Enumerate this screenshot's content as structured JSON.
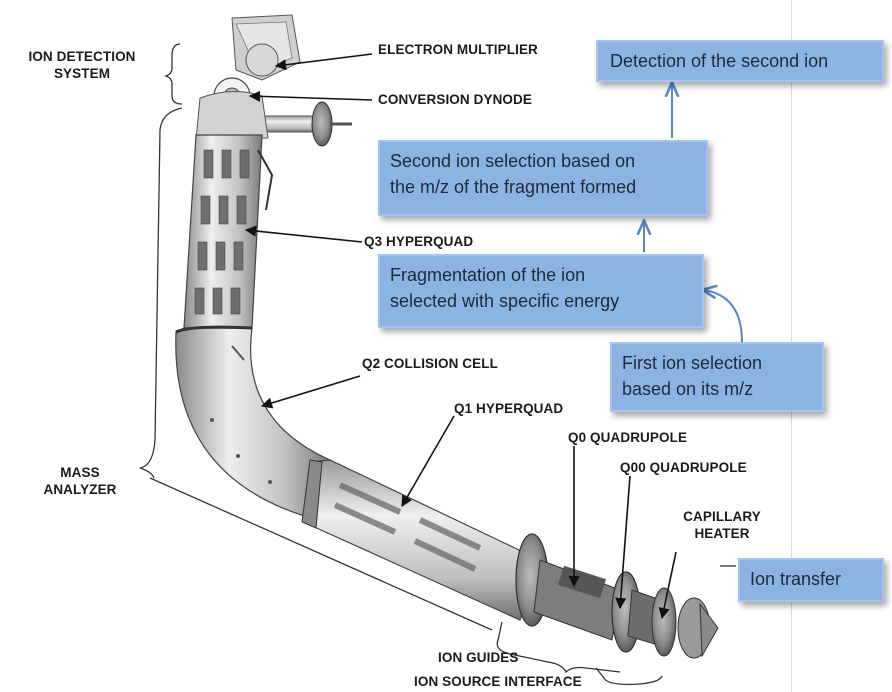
{
  "labels": {
    "ion_detection_system": [
      "ION DETECTION",
      "SYSTEM"
    ],
    "electron_multiplier": "ELECTRON MULTIPLIER",
    "conversion_dynode": "CONVERSION DYNODE",
    "q3_hyperquad": "Q3 HYPERQUAD",
    "q2_collision_cell": "Q2 COLLISION CELL",
    "q1_hyperquad": "Q1 HYPERQUAD",
    "q0_quadrupole": "Q0 QUADRUPOLE",
    "q00_quadrupole": "Q00 QUADRUPOLE",
    "capillary_heater": [
      "CAPILLARY",
      "HEATER"
    ],
    "mass_analyzer": [
      "MASS",
      "ANALYZER"
    ],
    "ion_guides": "ION GUIDES",
    "ion_source_interface": "ION SOURCE INTERFACE"
  },
  "callouts": {
    "detection": [
      "Detection of the second ion"
    ],
    "second_selection": [
      "Second ion selection based on",
      "the m/z of the fragment formed"
    ],
    "fragmentation": [
      "Fragmentation of the ion",
      "selected with specific energy"
    ],
    "first_selection": [
      "First ion selection",
      "based on its m/z"
    ],
    "ion_transfer": [
      "Ion transfer"
    ]
  },
  "colors": {
    "callout_fill": "#8db3e2",
    "callout_border": "#a9c4eb",
    "arrow": "#5b87bf",
    "metal": "#c8c8c8"
  }
}
